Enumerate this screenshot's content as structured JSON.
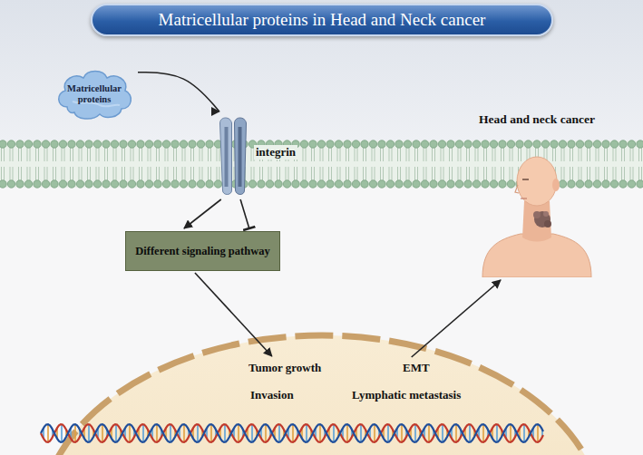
{
  "diagram": {
    "title": "Matricellular proteins in Head and Neck cancer",
    "nodes": [
      {
        "text": [
          "Matricellular proteins"
        ]
      },
      {
        "text": [
          "integrin"
        ]
      },
      {
        "text": [
          "Different signaling pathway"
        ]
      },
      {
        "text": [
          "Tumor growth",
          "EMT",
          "Invasion",
          "Lymphatic metastasis"
        ]
      },
      {
        "text": [
          "Head and neck cancer"
        ]
      }
    ],
    "edges": [
      {
        "from": 0,
        "to": 1,
        "arrow": "to"
      },
      {
        "from": 1,
        "to": 2,
        "arrow": "to"
      },
      {
        "from": 1,
        "to": 2,
        "arrow": "to"
      },
      {
        "from": 2,
        "to": 3,
        "arrow": "to"
      },
      {
        "from": 3,
        "to": 4,
        "arrow": "to"
      }
    ]
  }
}
